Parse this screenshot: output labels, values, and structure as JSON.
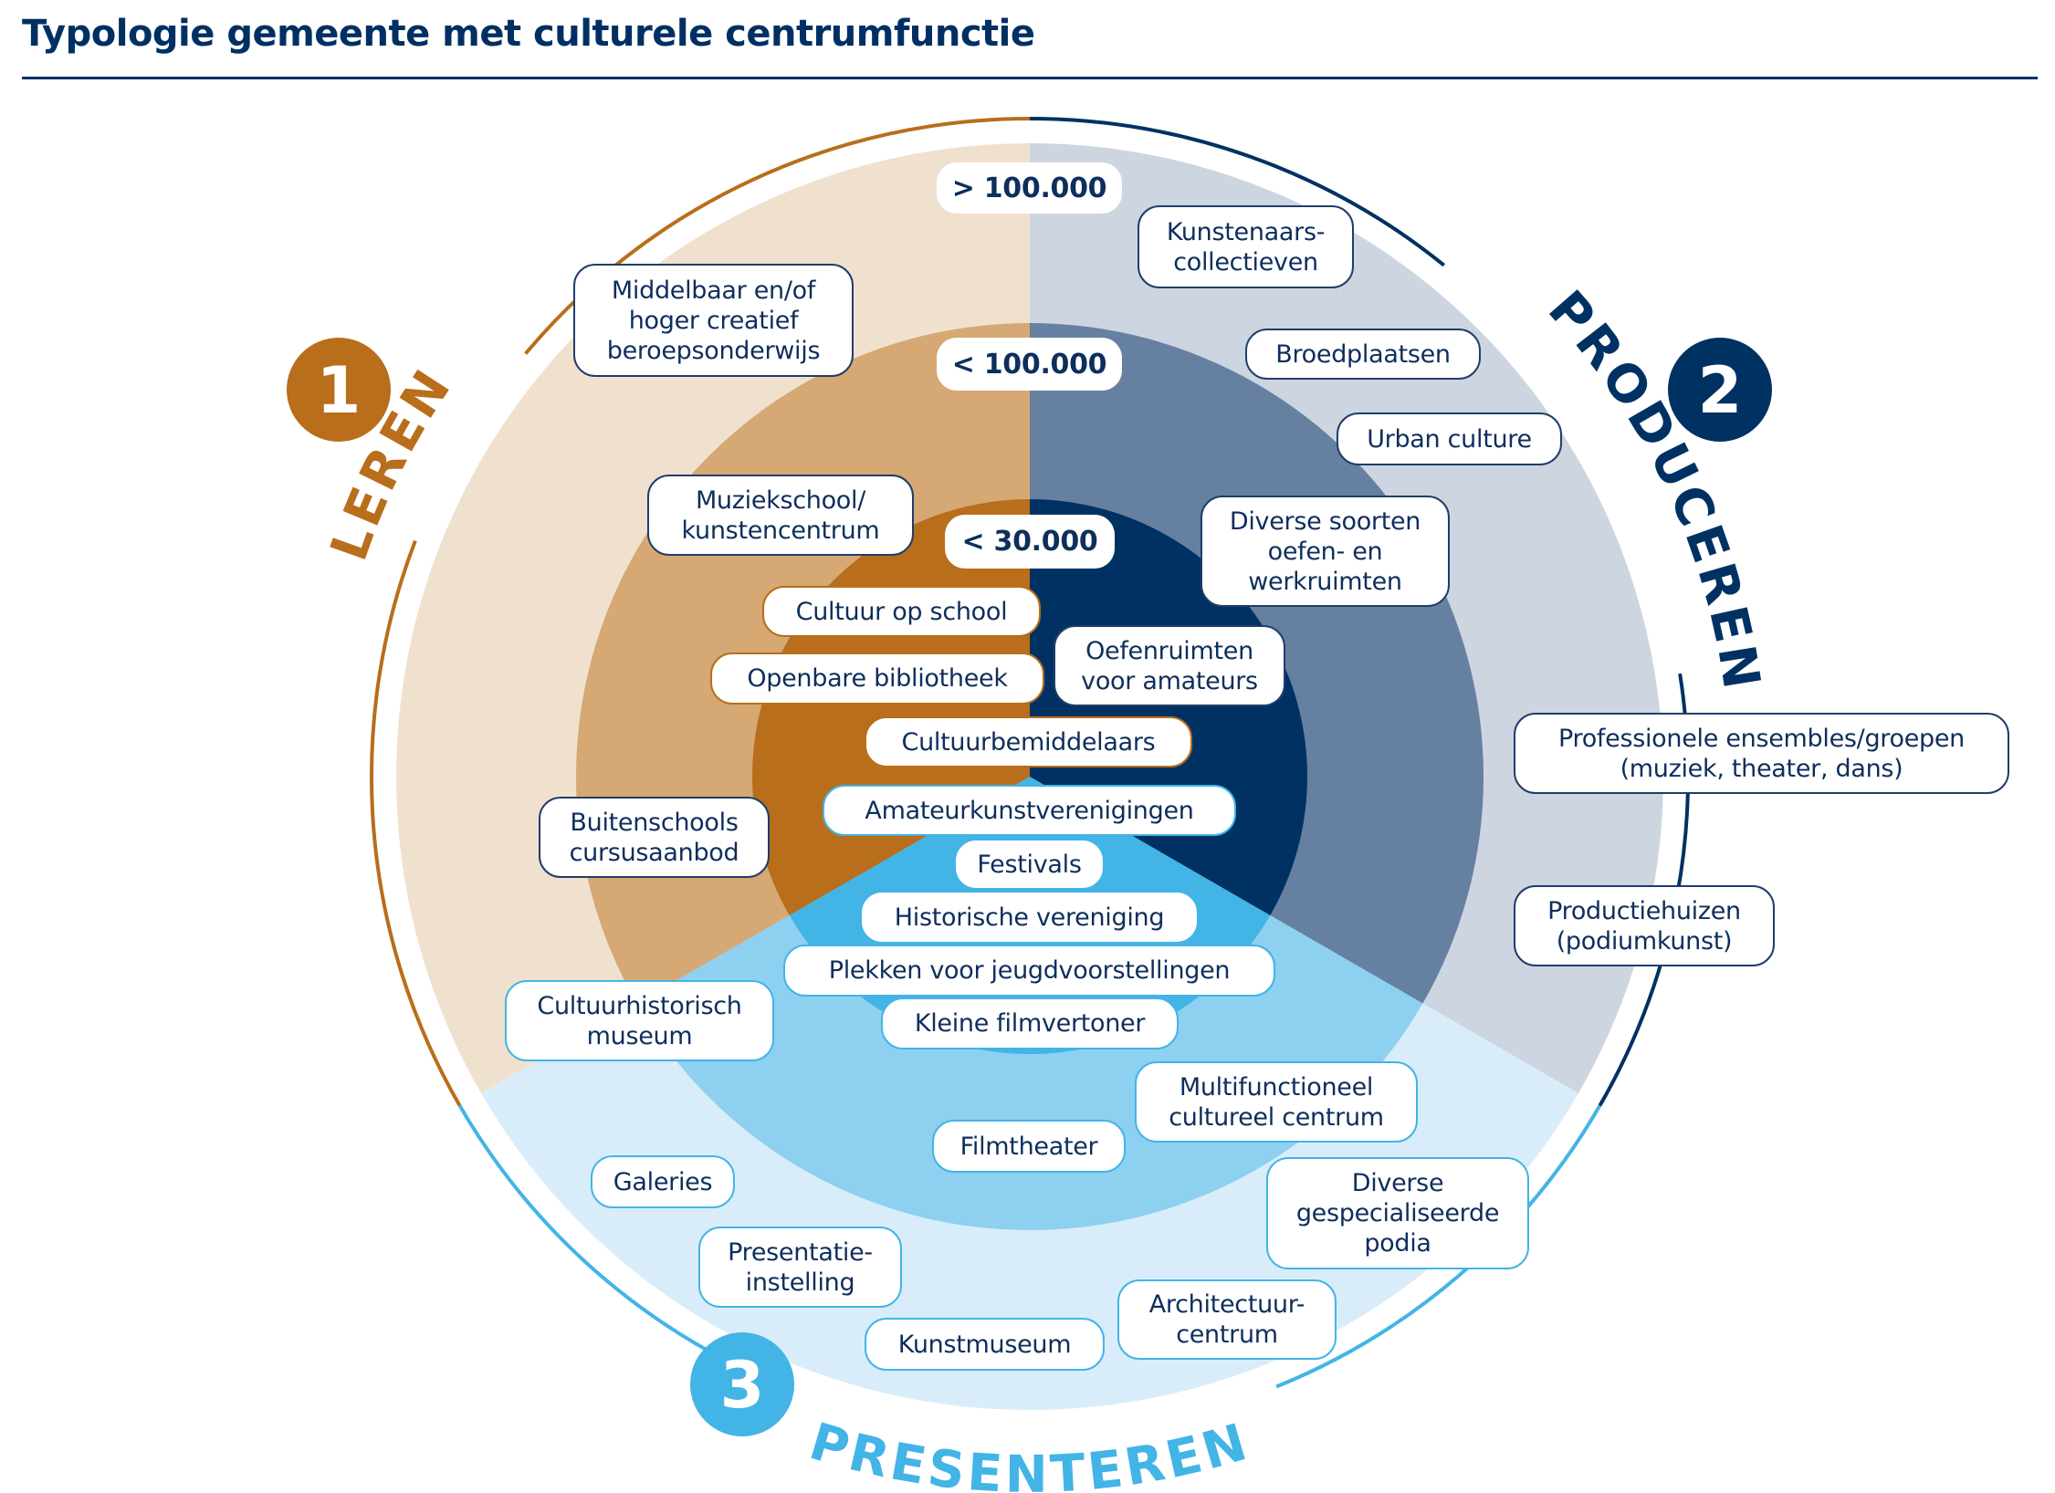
{
  "title": "Typologie gemeente met culturele centrumfunctie",
  "colors": {
    "title": "#003063",
    "text": "#0E2E5C",
    "leren": {
      "outer": "#F0E1CF",
      "middle": "#D5A874",
      "inner": "#B86E1A",
      "accent": "#B86E1A"
    },
    "produceren": {
      "outer": "#CDD5E0",
      "middle": "#6680A2",
      "inner": "#003163",
      "accent": "#003163"
    },
    "presenteren": {
      "outer": "#D8EDF9",
      "middle": "#8DD0F0",
      "inner": "#43B4E6",
      "accent": "#43B4E6"
    }
  },
  "functions": [
    {
      "number": "1",
      "label": "LEREN"
    },
    {
      "number": "2",
      "label": "PRODUCEREN"
    },
    {
      "number": "3",
      "label": "PRESENTEREN"
    }
  ],
  "population_levels": [
    "> 100.000",
    "< 100.000",
    "< 30.000"
  ],
  "items": {
    "middelbaar": "Middelbaar en/of\nhoger creatief\nberoepsonderwijs",
    "kunstenaars": "Kunstenaars-\ncollectieven",
    "broedplaatsen": "Broedplaatsen",
    "urban": "Urban culture",
    "diverse_soorten": "Diverse soorten\noefen- en\nwerkruimten",
    "muziekschool": "Muziekschool/\nkunstencentrum",
    "cultuur_op_school": "Cultuur op school",
    "bibliotheek": "Openbare bibliotheek",
    "oefenruimten": "Oefenruimten\nvoor amateurs",
    "cultuurbemiddelaars": "Cultuurbemiddelaars",
    "amateurkunst": "Amateurkunstverenigingen",
    "festivals": "Festivals",
    "historische": "Historische vereniging",
    "plekken": "Plekken voor jeugdvoorstellingen",
    "filmvertoner": "Kleine filmvertoner",
    "buitenschools": "Buitenschools\ncursusaanbod",
    "cultuurhistorisch": "Cultuurhistorisch\nmuseum",
    "professionele": "Professionele ensembles/groepen\n(muziek, theater, dans)",
    "productiehuizen": "Productiehuizen\n(podiumkunst)",
    "multifunctioneel": "Multifunctioneel\ncultureel centrum",
    "filmtheater": "Filmtheater",
    "galeries": "Galeries",
    "gespecialiseerde": "Diverse\ngespecialiseerde\npodia",
    "presentatie": "Presentatie-\ninstelling",
    "architectuur": "Architectuur-\ncentrum",
    "kunstmuseum": "Kunstmuseum"
  }
}
